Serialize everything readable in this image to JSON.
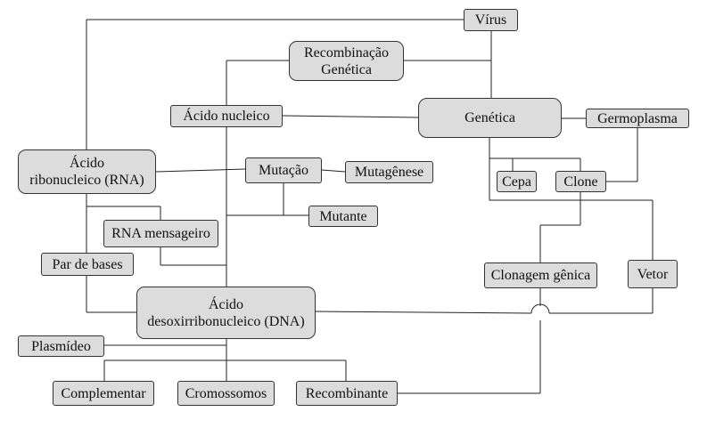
{
  "diagram": {
    "nodes": {
      "virus": "Vírus",
      "recombinacao": [
        "Recombinação",
        "Genética"
      ],
      "acido_nucleico": "Ácido nucleico",
      "genetica": "Genética",
      "germoplasma": "Germoplasma",
      "rna": [
        "Ácido",
        "ribonucleico (RNA)"
      ],
      "mutacao": "Mutação",
      "mutagenese": "Mutagênese",
      "cepa": "Cepa",
      "clone": "Clone",
      "mutante": "Mutante",
      "rna_mensageiro": "RNA mensageiro",
      "par_de_bases": "Par de bases",
      "clonagem": "Clonagem gênica",
      "vetor": "Vetor",
      "dna": [
        "Ácido",
        "desoxirribonucleico (DNA)"
      ],
      "plasmideo": "Plasmídeo",
      "complementar": "Complementar",
      "cromossomos": "Cromossomos",
      "recombinante": "Recombinante"
    }
  },
  "colors": {
    "node_fill": "#dcdcdc",
    "node_border": "#333333",
    "line": "#222222"
  }
}
